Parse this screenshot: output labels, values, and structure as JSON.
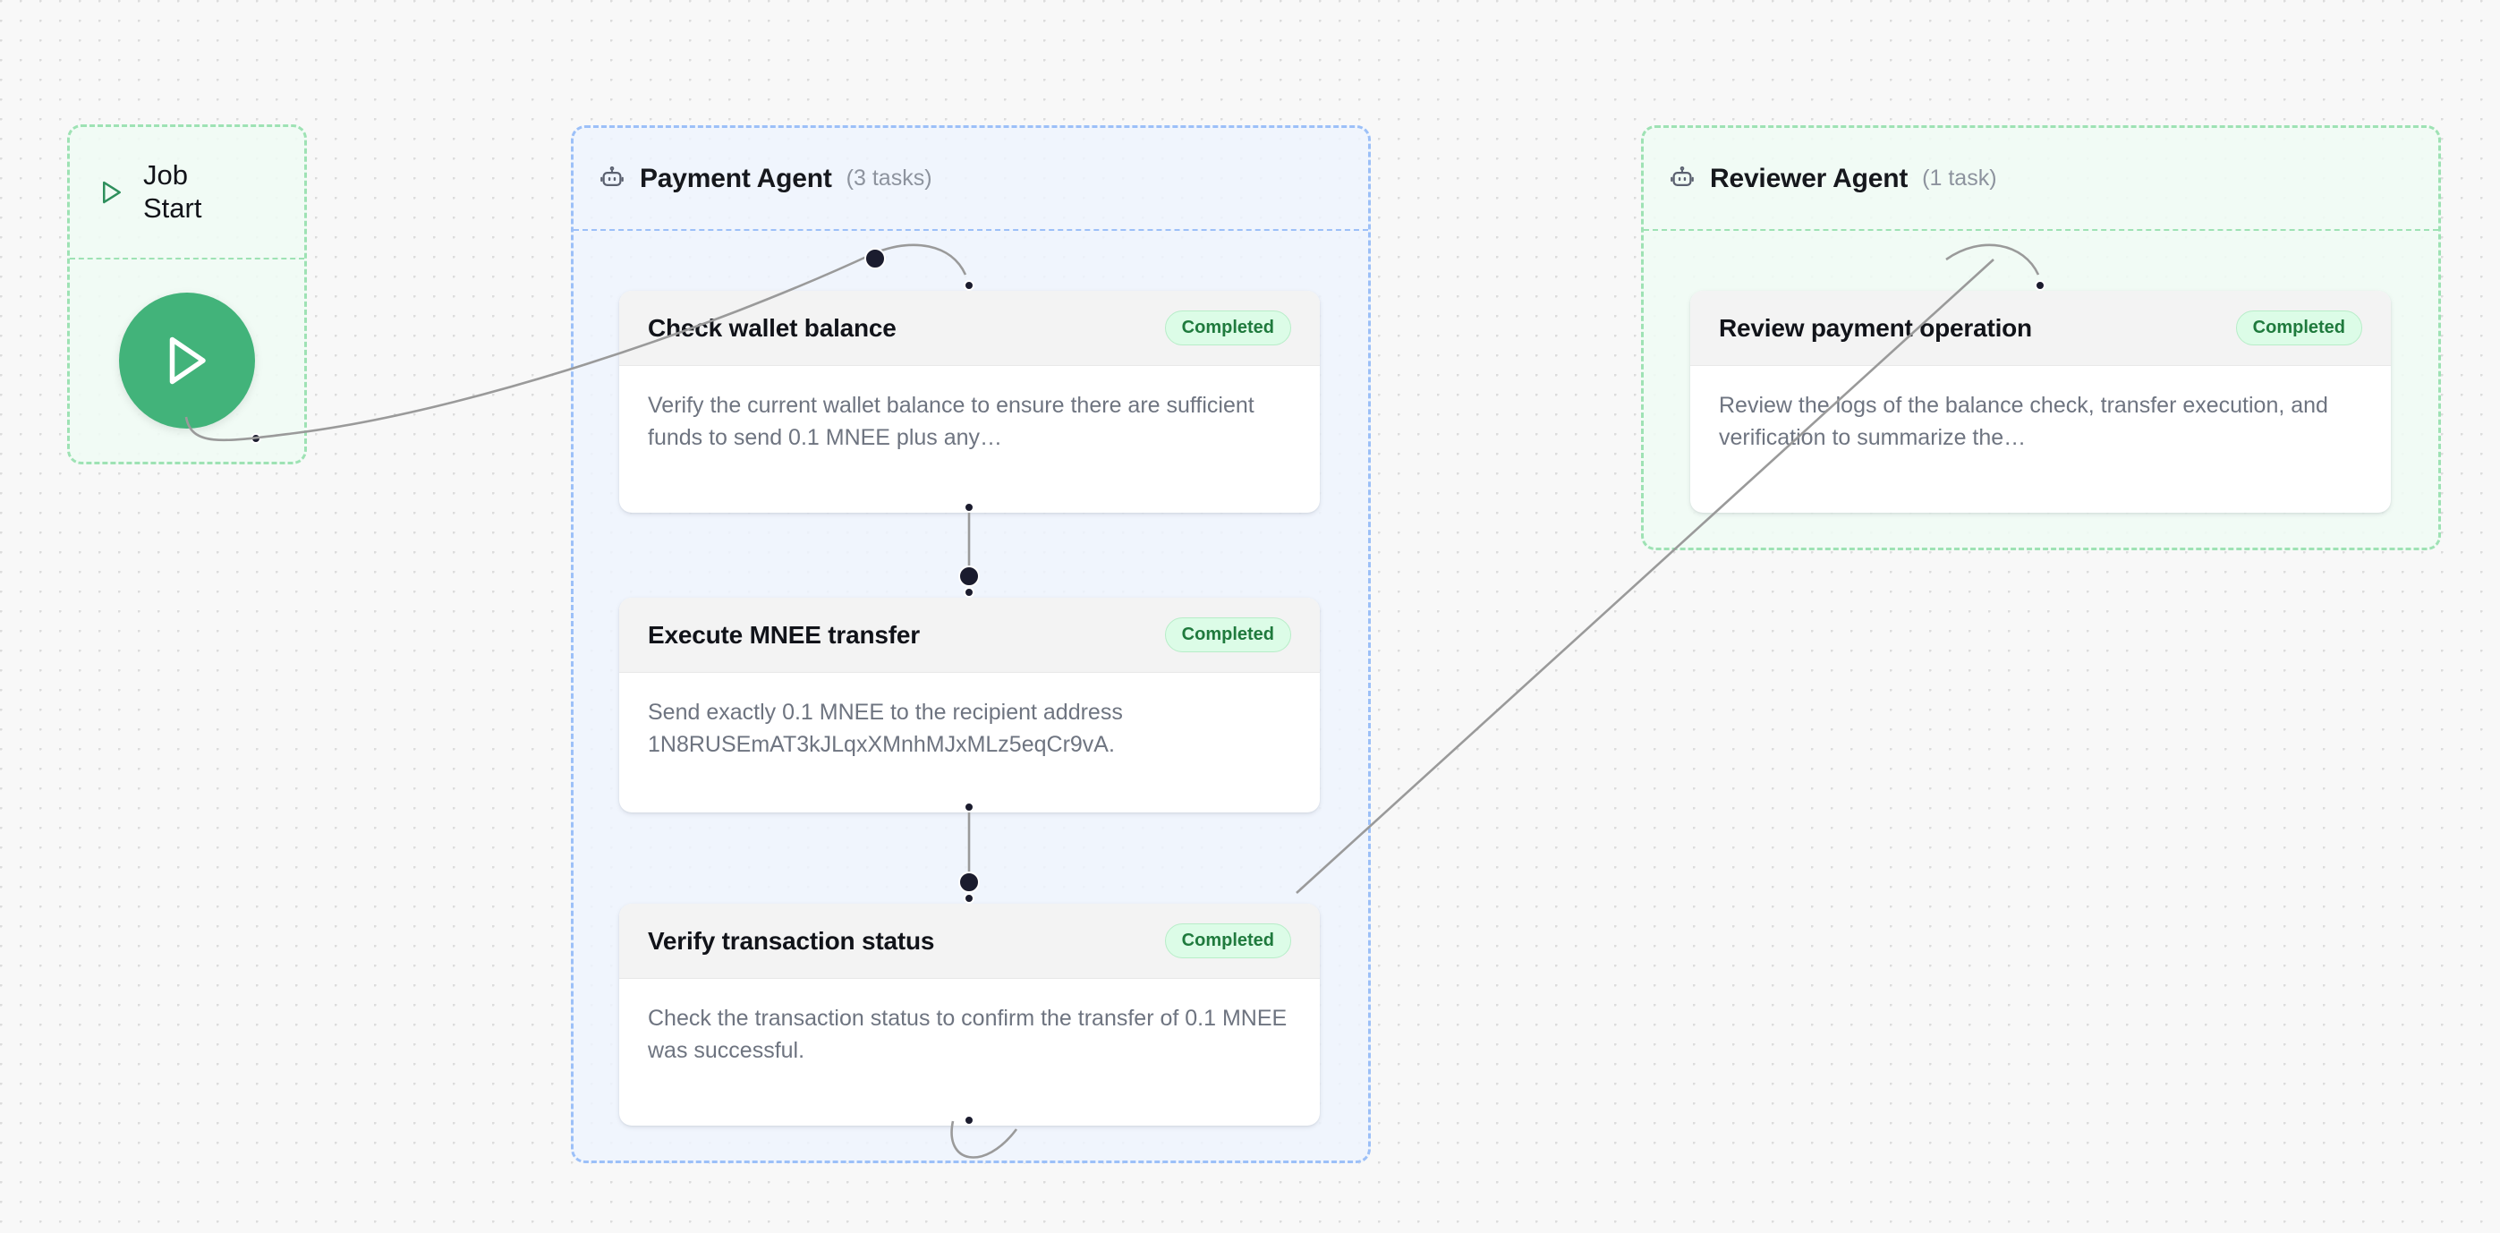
{
  "canvas": {
    "background_color": "#f8f8f8",
    "dot_grid_color": "#dcdcdc"
  },
  "job_start": {
    "label": "Job\nStart",
    "label_line1": "Job",
    "label_line2": "Start",
    "play_icon": "play-triangle-icon",
    "run_button_icon": "play-icon",
    "accent_color": "#42b37a",
    "border_color": "#9ee2b4"
  },
  "groups": [
    {
      "id": "payment-agent",
      "icon": "robot-icon",
      "title": "Payment Agent",
      "count": "(3 tasks)",
      "border_color": "#9cc0f8",
      "background_color": "#eef4fe",
      "tasks": [
        {
          "title": "Check wallet balance",
          "status": "Completed",
          "description": "Verify the current wallet balance to ensure there are sufficient funds to send 0.1 MNEE plus any…"
        },
        {
          "title": "Execute MNEE transfer",
          "status": "Completed",
          "description": "Send exactly 0.1 MNEE to the recipient address 1N8RUSEmAT3kJLqxXMnhMJxMLz5eqCr9vA."
        },
        {
          "title": "Verify transaction status",
          "status": "Completed",
          "description": "Check the transaction status to confirm the transfer of 0.1 MNEE was successful."
        }
      ]
    },
    {
      "id": "reviewer-agent",
      "icon": "robot-icon",
      "title": "Reviewer Agent",
      "count": "(1 task)",
      "border_color": "#9ee2b4",
      "background_color": "#f0fbf4",
      "tasks": [
        {
          "title": "Review payment operation",
          "status": "Completed",
          "description": "Review the logs of the balance check, transfer execution, and verification to summarize the…"
        }
      ]
    }
  ],
  "status_colors": {
    "completed_text": "#1f7a3d",
    "completed_bg": "#dcfce7"
  },
  "edge_color": "#9a9a9a"
}
